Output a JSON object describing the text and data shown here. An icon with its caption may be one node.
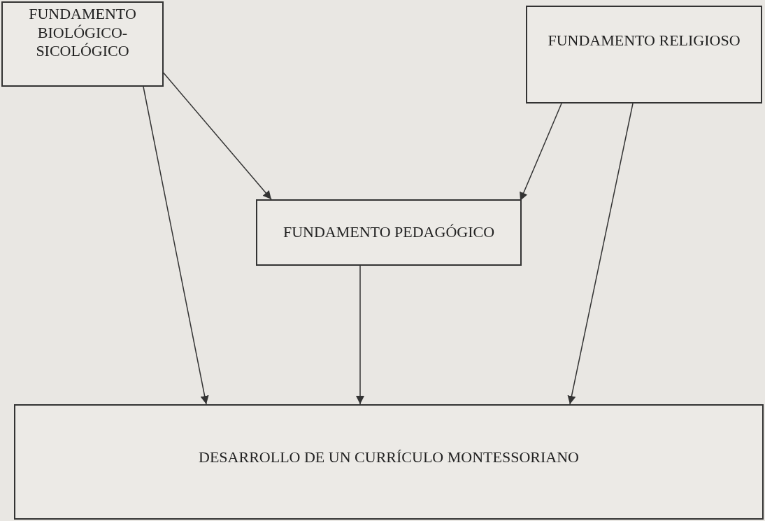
{
  "diagram": {
    "nodes": [
      {
        "text": [
          "FUNDAMENTO BIOLÓGICO-SICOLÓGICO"
        ]
      },
      {
        "text": [
          "FUNDAMENTO RELIGIOSO"
        ]
      },
      {
        "text": [
          "FUNDAMENTO PEDAGÓGICO"
        ]
      },
      {
        "text": [
          "DESARROLLO DE UN CURRÍCULO MONTESSORIANO"
        ]
      }
    ],
    "edges": [
      {
        "from": 0,
        "to": 3,
        "arrow": "to"
      },
      {
        "from": 0,
        "to": 2,
        "arrow": "to"
      },
      {
        "from": 1,
        "to": 2,
        "arrow": "to"
      },
      {
        "from": 1,
        "to": 3,
        "arrow": "to"
      },
      {
        "from": 2,
        "to": 3,
        "arrow": "to"
      }
    ]
  }
}
